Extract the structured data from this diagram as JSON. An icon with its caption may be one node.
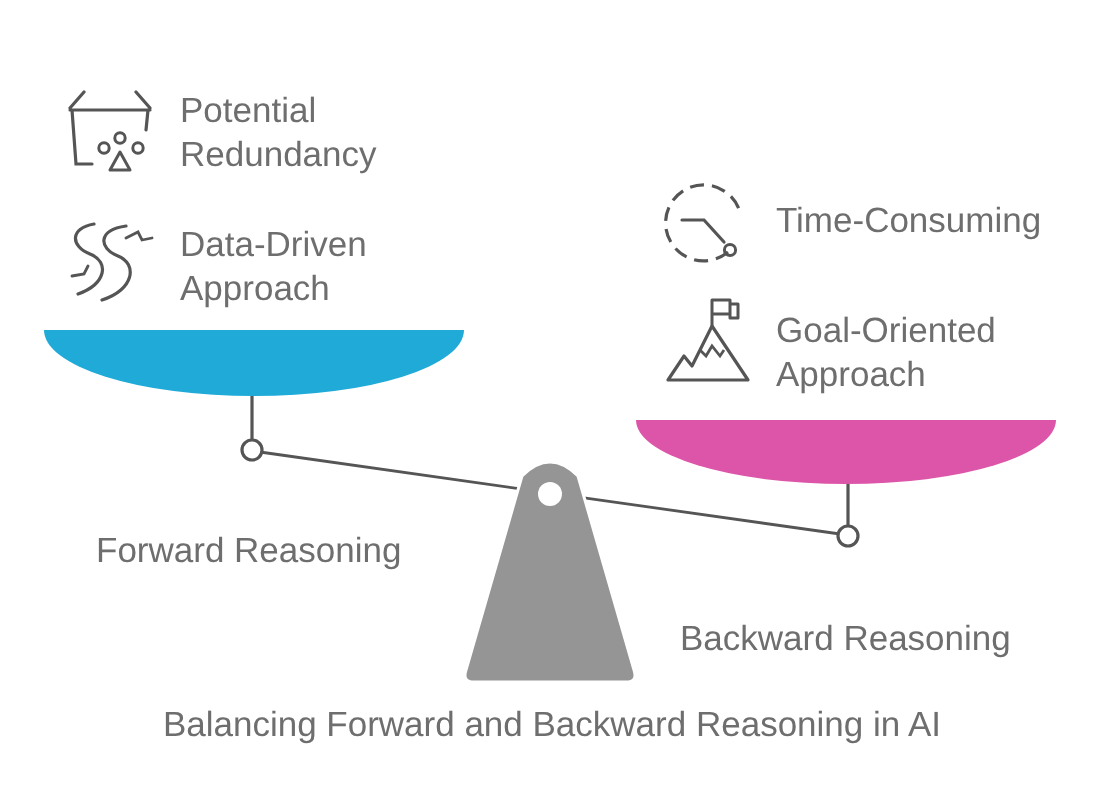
{
  "diagram": {
    "caption": "Balancing Forward and Backward Reasoning in AI",
    "labels": [
      "Potential Redundancy",
      "Time-Consuming",
      "Data-Driven Approach",
      "Goal-Oriented Approach",
      "Forward Reasoning",
      "Backward Reasoning"
    ]
  }
}
